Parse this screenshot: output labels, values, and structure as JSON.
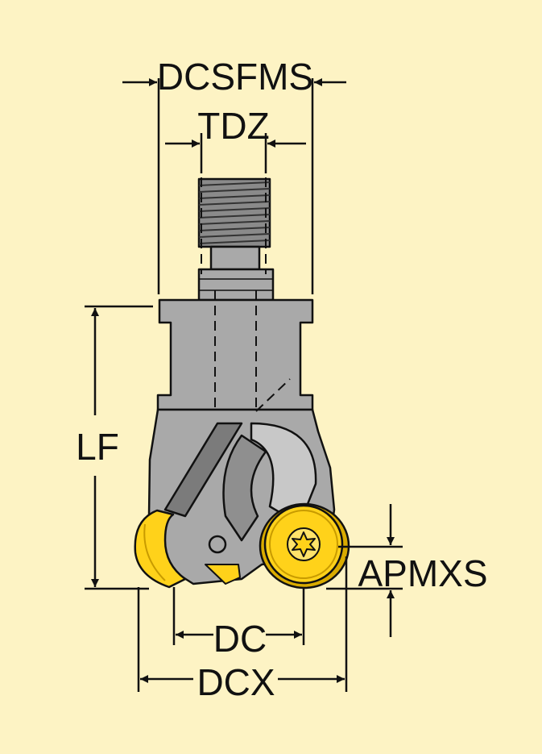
{
  "background_color": "#fdf3c4",
  "colors": {
    "tool_body": "#a9a9a9",
    "tool_dark": "#7b7b7b",
    "tool_light": "#c4c4c4",
    "insert_yellow": "#ffd21a",
    "insert_edge": "#c89b00",
    "line": "#111111"
  },
  "dimensions": {
    "dcsfms": "DCSFMS",
    "tdz": "TDZ",
    "lf": "LF",
    "apmxs": "APMXS",
    "dc": "DC",
    "dcx": "DCX"
  },
  "icons": {
    "insert_screw": "torx-screw-icon"
  }
}
